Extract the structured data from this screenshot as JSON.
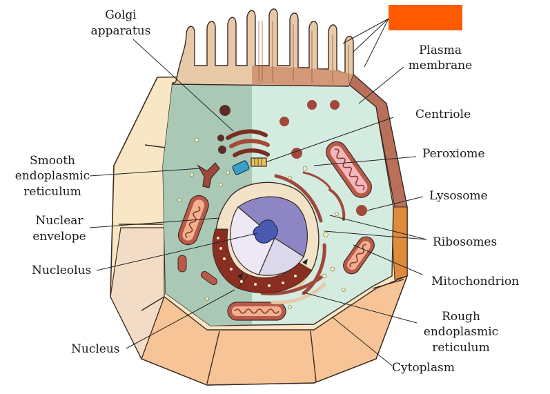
{
  "labels": {
    "golgi_1": "Golgi",
    "golgi_2": "apparatus",
    "plasma_1": "Plasma",
    "plasma_2": "membrane",
    "centriole": "Centriole",
    "peroxiome": "Peroxiome",
    "lysosome": "Lysosome",
    "ribosomes": "Ribosomes",
    "mitochondrion": "Mitochondrion",
    "rough_er_1": "Rough",
    "rough_er_2": "endoplasmic",
    "rough_er_3": "reticulum",
    "cytoplasm": "Cytoplasm",
    "smooth_er_1": "Smooth",
    "smooth_er_2": "endoplasmic",
    "smooth_er_3": "reticulum",
    "nuclear_env_1": "Nuclear",
    "nuclear_env_2": "envelope",
    "nucleolus": "Nucleolus",
    "nucleus": "Nucleus"
  },
  "colors": {
    "hidden_label_box": "#ff5a00",
    "cytoplasm": "#d4ebe0",
    "cytoplasm_shade": "#a9c9b6",
    "cell_wall_cream": "#f8e6c4",
    "cell_wall_peach": "#f6c496",
    "membrane_brown": "#b8705a",
    "organelle_red": "#8a3a2a",
    "nucleus_purple": "#8e86c4"
  }
}
